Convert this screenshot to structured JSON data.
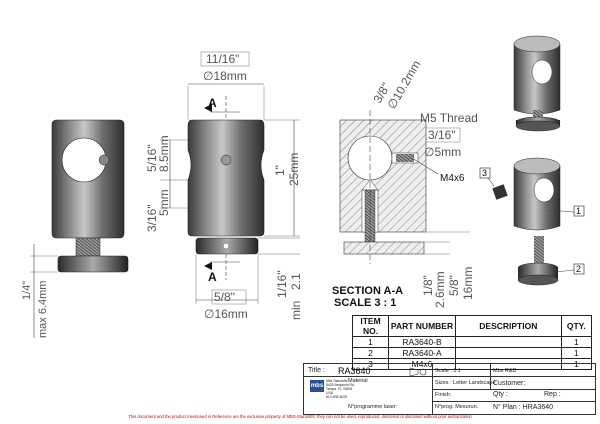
{
  "views": {
    "front": {
      "dims": {
        "top_frac": "11/16\"",
        "top_mm": "∅18mm",
        "bottom_frac": "5/8\"",
        "bottom_mm": "∅16mm",
        "left_frac1": "5/16\"",
        "left_mm1": "8.5mm",
        "left_frac2": "3/16\"",
        "left_mm2": "5mm",
        "right_frac": "1\"",
        "right_mm": "25mm",
        "min_frac": "1/16\"",
        "min_mm": "2.1",
        "min_label": "min",
        "section_mark_top": "A",
        "section_mark_bottom": "A"
      }
    },
    "side": {
      "dims": {
        "max_frac": "1/4\"",
        "max_label": "max 6.4mm"
      }
    },
    "section": {
      "title": "SECTION A-A",
      "scale": "SCALE 3 : 1",
      "dims": {
        "hole_frac": "3/8\"",
        "hole_mm": "∅10.2mm",
        "thread": "M5 Thread",
        "thread_frac": "3/16\"",
        "thread_mm": "∅5mm",
        "screw": "M4x6",
        "h1_frac": "1/8\"",
        "h1_mm": "2.6mm",
        "h2_frac": "5/8\"",
        "h2_mm": "16mm"
      }
    },
    "iso": {
      "balloons": [
        "1",
        "2",
        "3"
      ]
    }
  },
  "bom": {
    "headers": {
      "item": "ITEM NO.",
      "part": "PART NUMBER",
      "desc": "DESCRIPTION",
      "qty": "QTY."
    },
    "rows": [
      {
        "item": "1",
        "part": "RA3640-B",
        "desc": "",
        "qty": "1"
      },
      {
        "item": "2",
        "part": "RA3640-A",
        "desc": "",
        "qty": "1"
      },
      {
        "item": "3",
        "part": "M4x6",
        "desc": "",
        "qty": "1"
      }
    ]
  },
  "title_block": {
    "title_label": "Title :",
    "title": "RA3640",
    "scale": "Scale : 3:1",
    "company": "Mbs R&D",
    "sizes": "Sizes : Letter Landscape",
    "customer": "Customer:",
    "finish": "Finish:",
    "qty": "Qty :",
    "rep": "Rep :",
    "material": "Material",
    "prog_laser": "N°programme laser:",
    "prog_measure": "N°prog. Mesurun.",
    "plan": "N° Plan : HRA3640",
    "logo_text": "mbs",
    "address": [
      "Mbs Standoffs",
      "5425 Benjamin Rd",
      "Tampa, FL 33634",
      "USA",
      "813-908-6025"
    ]
  },
  "footer": "This document and the product mentioned in Reference are the exclusive property of MBS-Standoffs; they can not be used, reproduced, disclosed or disclosed without prior authorization"
}
